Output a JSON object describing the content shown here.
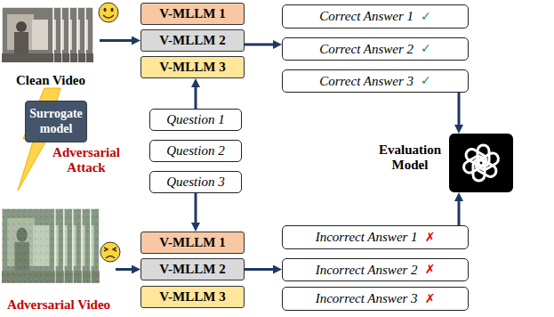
{
  "diagram": {
    "nodes": [
      {
        "text": [
          "Clean Video"
        ]
      },
      {
        "text": [
          "V-MLLM 1"
        ]
      },
      {
        "text": [
          "V-MLLM 2"
        ]
      },
      {
        "text": [
          "V-MLLM 3"
        ]
      },
      {
        "text": [
          "Correct Answer 1",
          "✓"
        ]
      },
      {
        "text": [
          "Correct Answer 2",
          "✓"
        ]
      },
      {
        "text": [
          "Correct Answer 3",
          "✓"
        ]
      },
      {
        "text": [
          "Surrogate model"
        ]
      },
      {
        "text": [
          "Question 1"
        ]
      },
      {
        "text": [
          "Question 2"
        ]
      },
      {
        "text": [
          "Question 3"
        ]
      },
      {
        "text": [
          "Evaluation Model"
        ]
      },
      {
        "text": [
          "V-MLLM 1"
        ]
      },
      {
        "text": [
          "V-MLLM 2"
        ]
      },
      {
        "text": [
          "V-MLLM 3"
        ]
      },
      {
        "text": [
          "Incorrect Answer 1",
          "✗"
        ]
      },
      {
        "text": [
          "Incorrect Answer 2",
          "✗"
        ]
      },
      {
        "text": [
          "Incorrect Answer 3",
          "✗"
        ]
      },
      {
        "text": [
          "Adversarial Video"
        ]
      }
    ],
    "edges": [
      {
        "from": 0,
        "to": 2,
        "arrow": "to"
      },
      {
        "from": 2,
        "to": 5,
        "arrow": "to"
      },
      {
        "from": 8,
        "to": 3,
        "arrow": "to"
      },
      {
        "from": 10,
        "to": 12,
        "arrow": "to"
      },
      {
        "from": 6,
        "to": 11,
        "arrow": "to"
      },
      {
        "from": 15,
        "to": 11,
        "arrow": "to"
      },
      {
        "from": 18,
        "to": 13,
        "arrow": "to"
      },
      {
        "from": 13,
        "to": 16,
        "arrow": "to"
      }
    ],
    "labels": [
      "Adversarial Attack"
    ]
  }
}
